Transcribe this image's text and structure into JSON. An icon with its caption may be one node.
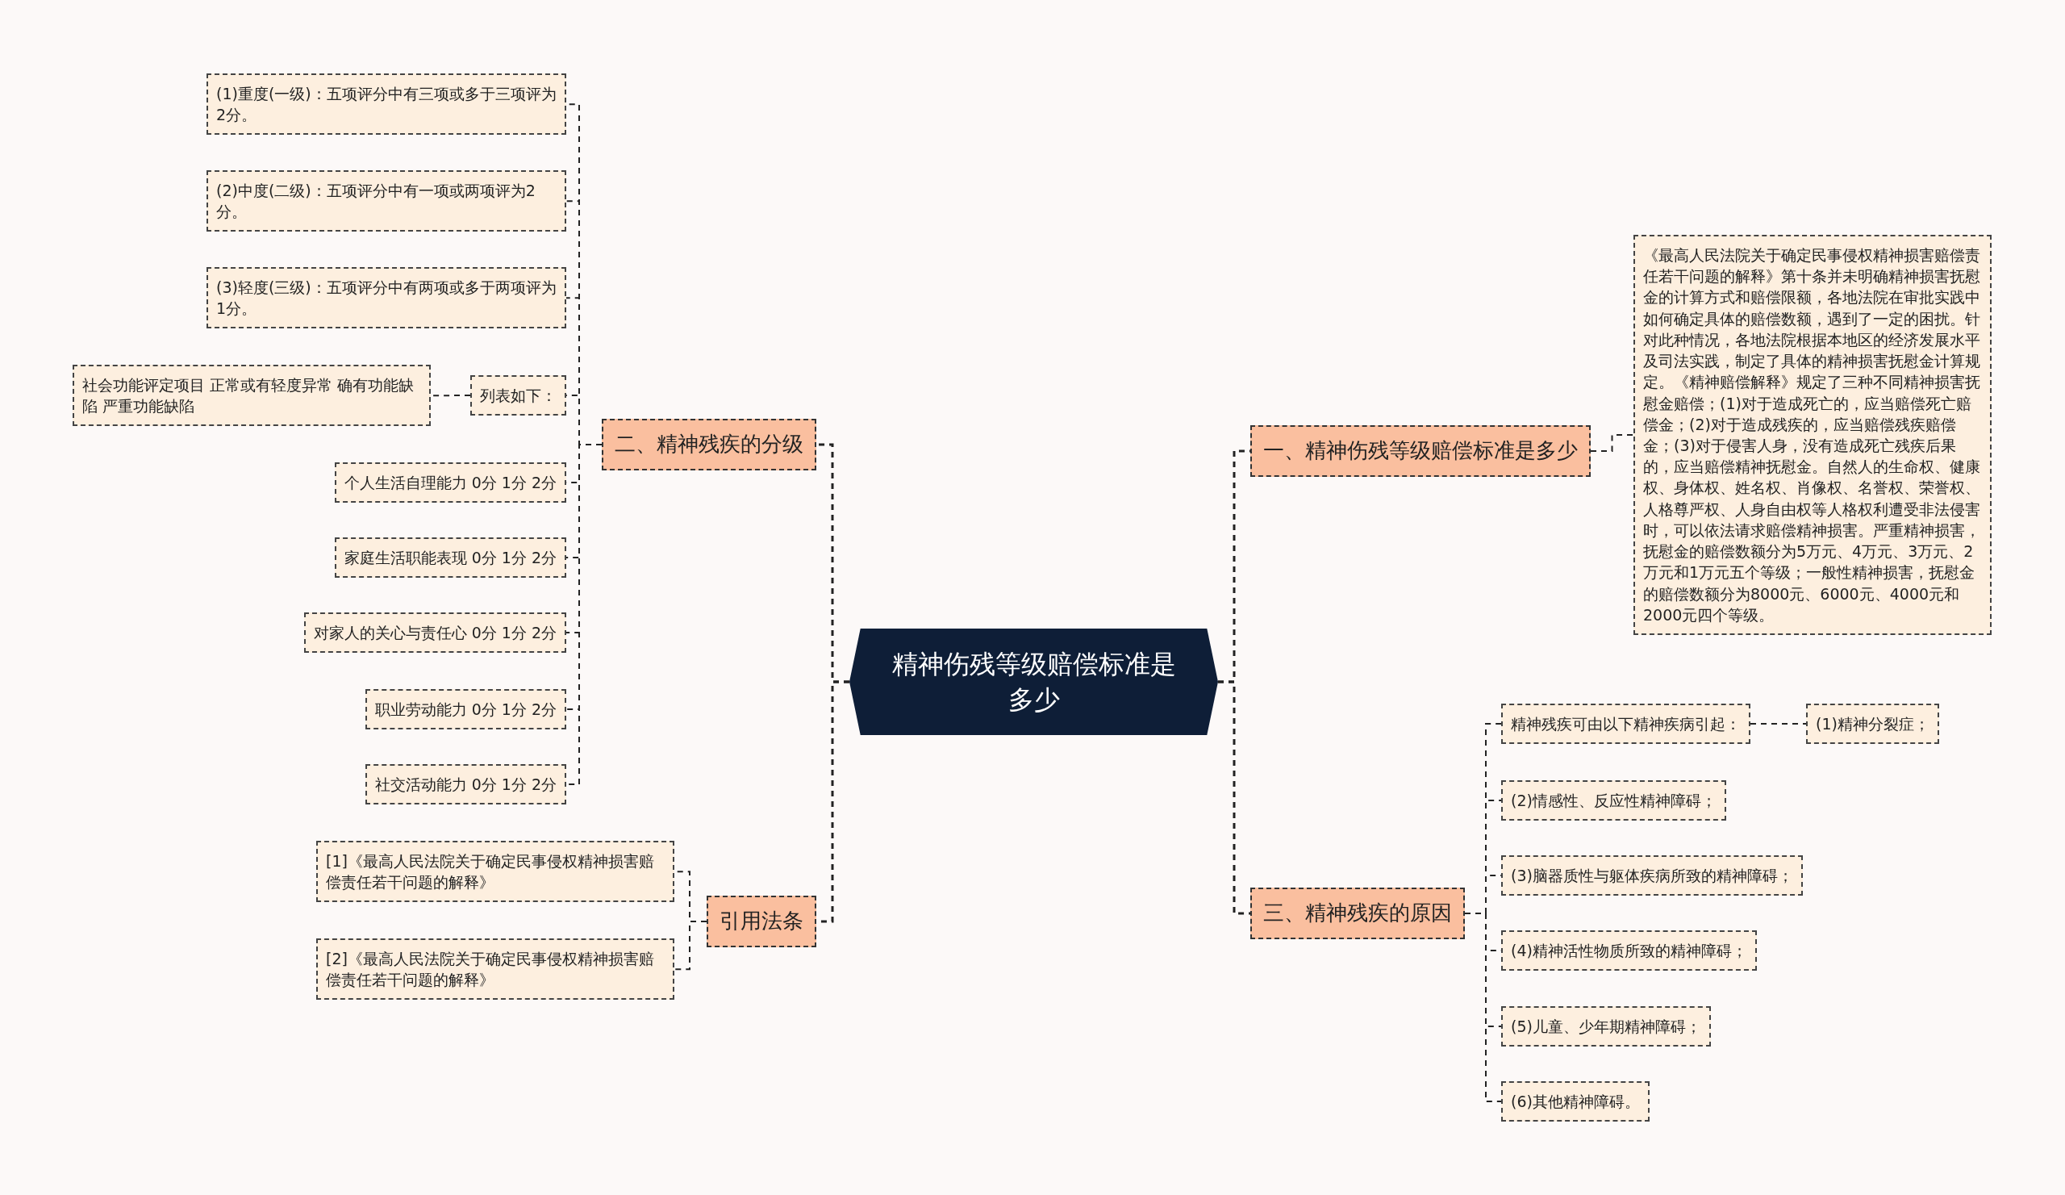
{
  "diagram": {
    "nodes": [
      {
        "text": [
          "精神伤残等级赔偿标准是多少"
        ]
      },
      {
        "text": [
          "一、精神伤残等级赔偿标准是多少"
        ]
      },
      {
        "text": [
          "《最高人民法院关于确定民事侵权精神损害赔偿责任若干问题的解释》第十条并未明确精神损害抚慰金的计算方式和赔偿限额，各地法院在审批实践中如何确定具体的赔偿数额，遇到了一定的困扰。针对此种情况，各地法院根据本地区的经济发展水平及司法实践，制定了具体的精神损害抚慰金计算规定。《精神赔偿解释》规定了三种不同精神损害抚慰金赔偿；(1)对于造成死亡的，应当赔偿死亡赔偿金；(2)对于造成残疾的，应当赔偿残疾赔偿金；(3)对于侵害人身，没有造成死亡残疾后果的，应当赔偿精神抚慰金。自然人的生命权、健康权、身体权、姓名权、肖像权、名誉权、荣誉权、人格尊严权、人身自由权等人格权利遭受非法侵害时，可以依法请求赔偿精神损害。严重精神损害，抚慰金的赔偿数额分为5万元、4万元、3万元、2万元和1万元五个等级；一般性精神损害，抚慰金的赔偿数额分为8000元、6000元、4000元和2000元四个等级。"
        ]
      },
      {
        "text": [
          "二、精神残疾的分级"
        ]
      },
      {
        "text": [
          "(1)重度(一级)：五项评分中有三项或多于三项评为2分。"
        ]
      },
      {
        "text": [
          "(2)中度(二级)：五项评分中有一项或两项评为2分。"
        ]
      },
      {
        "text": [
          "(3)轻度(三级)：五项评分中有两项或多于两项评为1分。"
        ]
      },
      {
        "text": [
          "列表如下："
        ]
      },
      {
        "text": [
          "社会功能评定项目 正常或有轻度异常 确有功能缺陷 严重功能缺陷"
        ]
      },
      {
        "text": [
          "个人生活自理能力 0分 1分 2分"
        ]
      },
      {
        "text": [
          "家庭生活职能表现 0分 1分 2分"
        ]
      },
      {
        "text": [
          "对家人的关心与责任心 0分 1分 2分"
        ]
      },
      {
        "text": [
          "职业劳动能力 0分 1分 2分"
        ]
      },
      {
        "text": [
          "社交活动能力 0分 1分 2分"
        ]
      },
      {
        "text": [
          "引用法条"
        ]
      },
      {
        "text": [
          "[1]《最高人民法院关于确定民事侵权精神损害赔偿责任若干问题的解释》"
        ]
      },
      {
        "text": [
          "[2]《最高人民法院关于确定民事侵权精神损害赔偿责任若干问题的解释》"
        ]
      },
      {
        "text": [
          "三、精神残疾的原因"
        ]
      },
      {
        "text": [
          "精神残疾可由以下精神疾病引起："
        ]
      },
      {
        "text": [
          "(1)精神分裂症；"
        ]
      },
      {
        "text": [
          "(2)情感性、反应性精神障碍；"
        ]
      },
      {
        "text": [
          "(3)脑器质性与躯体疾病所致的精神障碍；"
        ]
      },
      {
        "text": [
          "(4)精神活性物质所致的精神障碍；"
        ]
      },
      {
        "text": [
          "(5)儿童、少年期精神障碍；"
        ]
      },
      {
        "text": [
          "(6)其他精神障碍。"
        ]
      }
    ],
    "edges": [
      {
        "from": 0,
        "to": 1,
        "arrow": "none",
        "style": "dashed"
      },
      {
        "from": 1,
        "to": 2,
        "arrow": "none",
        "style": "dashed"
      },
      {
        "from": 0,
        "to": 3,
        "arrow": "none",
        "style": "dashed"
      },
      {
        "from": 3,
        "to": 4,
        "arrow": "none",
        "style": "dashed"
      },
      {
        "from": 3,
        "to": 5,
        "arrow": "none",
        "style": "dashed"
      },
      {
        "from": 3,
        "to": 6,
        "arrow": "none",
        "style": "dashed"
      },
      {
        "from": 3,
        "to": 7,
        "arrow": "none",
        "style": "dashed"
      },
      {
        "from": 7,
        "to": 8,
        "arrow": "none",
        "style": "dashed"
      },
      {
        "from": 3,
        "to": 9,
        "arrow": "none",
        "style": "dashed"
      },
      {
        "from": 3,
        "to": 10,
        "arrow": "none",
        "style": "dashed"
      },
      {
        "from": 3,
        "to": 11,
        "arrow": "none",
        "style": "dashed"
      },
      {
        "from": 3,
        "to": 12,
        "arrow": "none",
        "style": "dashed"
      },
      {
        "from": 3,
        "to": 13,
        "arrow": "none",
        "style": "dashed"
      },
      {
        "from": 0,
        "to": 14,
        "arrow": "none",
        "style": "dashed"
      },
      {
        "from": 14,
        "to": 15,
        "arrow": "none",
        "style": "dashed"
      },
      {
        "from": 14,
        "to": 16,
        "arrow": "none",
        "style": "dashed"
      },
      {
        "from": 0,
        "to": 17,
        "arrow": "none",
        "style": "dashed"
      },
      {
        "from": 17,
        "to": 18,
        "arrow": "none",
        "style": "dashed"
      },
      {
        "from": 18,
        "to": 19,
        "arrow": "none",
        "style": "dashed"
      },
      {
        "from": 17,
        "to": 20,
        "arrow": "none",
        "style": "dashed"
      },
      {
        "from": 17,
        "to": 21,
        "arrow": "none",
        "style": "dashed"
      },
      {
        "from": 17,
        "to": 22,
        "arrow": "none",
        "style": "dashed"
      },
      {
        "from": 17,
        "to": 23,
        "arrow": "none",
        "style": "dashed"
      },
      {
        "from": 17,
        "to": 24,
        "arrow": "none",
        "style": "dashed"
      }
    ]
  }
}
